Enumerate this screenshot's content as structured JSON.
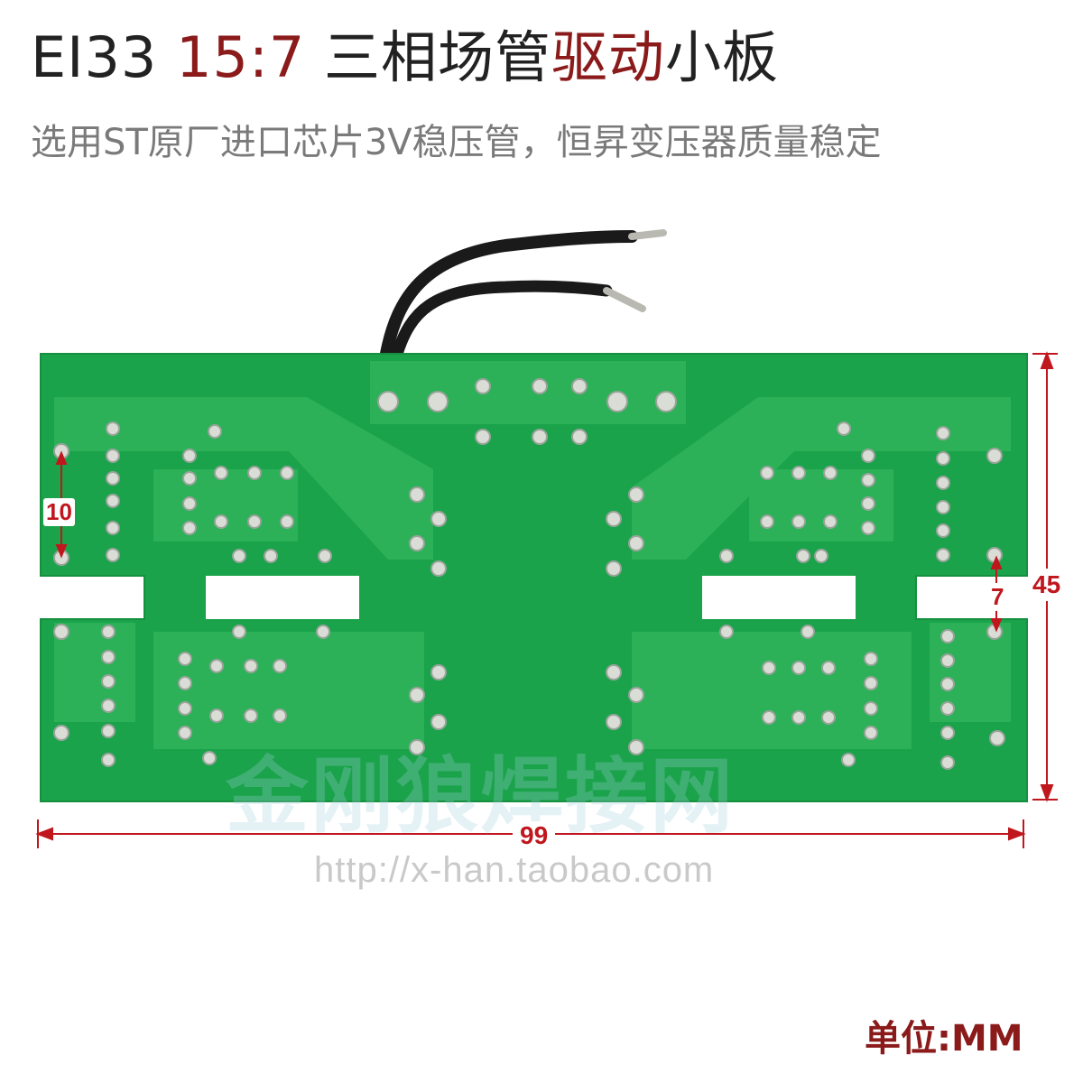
{
  "title": {
    "part1": "EI33 ",
    "part2": "15:7",
    "part3": " 三相场管",
    "part4": "驱动",
    "part5": "小板"
  },
  "subtitle": "选用ST原厂进口芯片3V稳压管，恒昇变压器质量稳定",
  "dimensions": {
    "width": "99",
    "height": "45",
    "pin_pitch": "10",
    "slot_gap": "7"
  },
  "watermark": "金刚狼焊接网",
  "url": "http://x-han.taobao.com",
  "unit_label": "单位:MM",
  "colors": {
    "pcb_green": "#1aa34a",
    "trace_green": "#2fb25a",
    "dimension_red": "#c0161d",
    "title_red": "#8b1a1a"
  }
}
